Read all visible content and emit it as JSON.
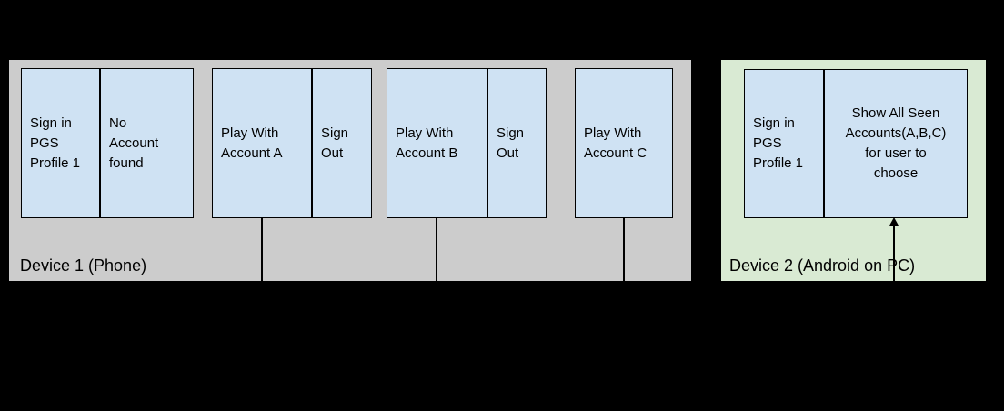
{
  "colors": {
    "background": "#000000",
    "device1_bg": "#cccccc",
    "device2_bg": "#d9ead3",
    "box_fill": "#cfe2f3",
    "box_border": "#000000",
    "text": "#000000"
  },
  "device1": {
    "label": "Device 1 (Phone)",
    "steps": [
      {
        "cells": [
          {
            "text": "Sign in\nPGS\nProfile 1"
          },
          {
            "text": "No\nAccount\nfound"
          }
        ]
      },
      {
        "cells": [
          {
            "text": "Play With\nAccount A"
          },
          {
            "text": "Sign\nOut"
          }
        ]
      },
      {
        "cells": [
          {
            "text": "Play With\nAccount B"
          },
          {
            "text": "Sign\nOut"
          }
        ]
      },
      {
        "cells": [
          {
            "text": "Play With\nAccount C"
          }
        ]
      }
    ]
  },
  "device2": {
    "label": "Device 2 (Android on PC)",
    "steps": [
      {
        "cells": [
          {
            "text": "Sign in\nPGS\nProfile 1"
          },
          {
            "text": "Show All Seen\nAccounts(A,B,C)\nfor user to\nchoose"
          }
        ]
      }
    ]
  }
}
